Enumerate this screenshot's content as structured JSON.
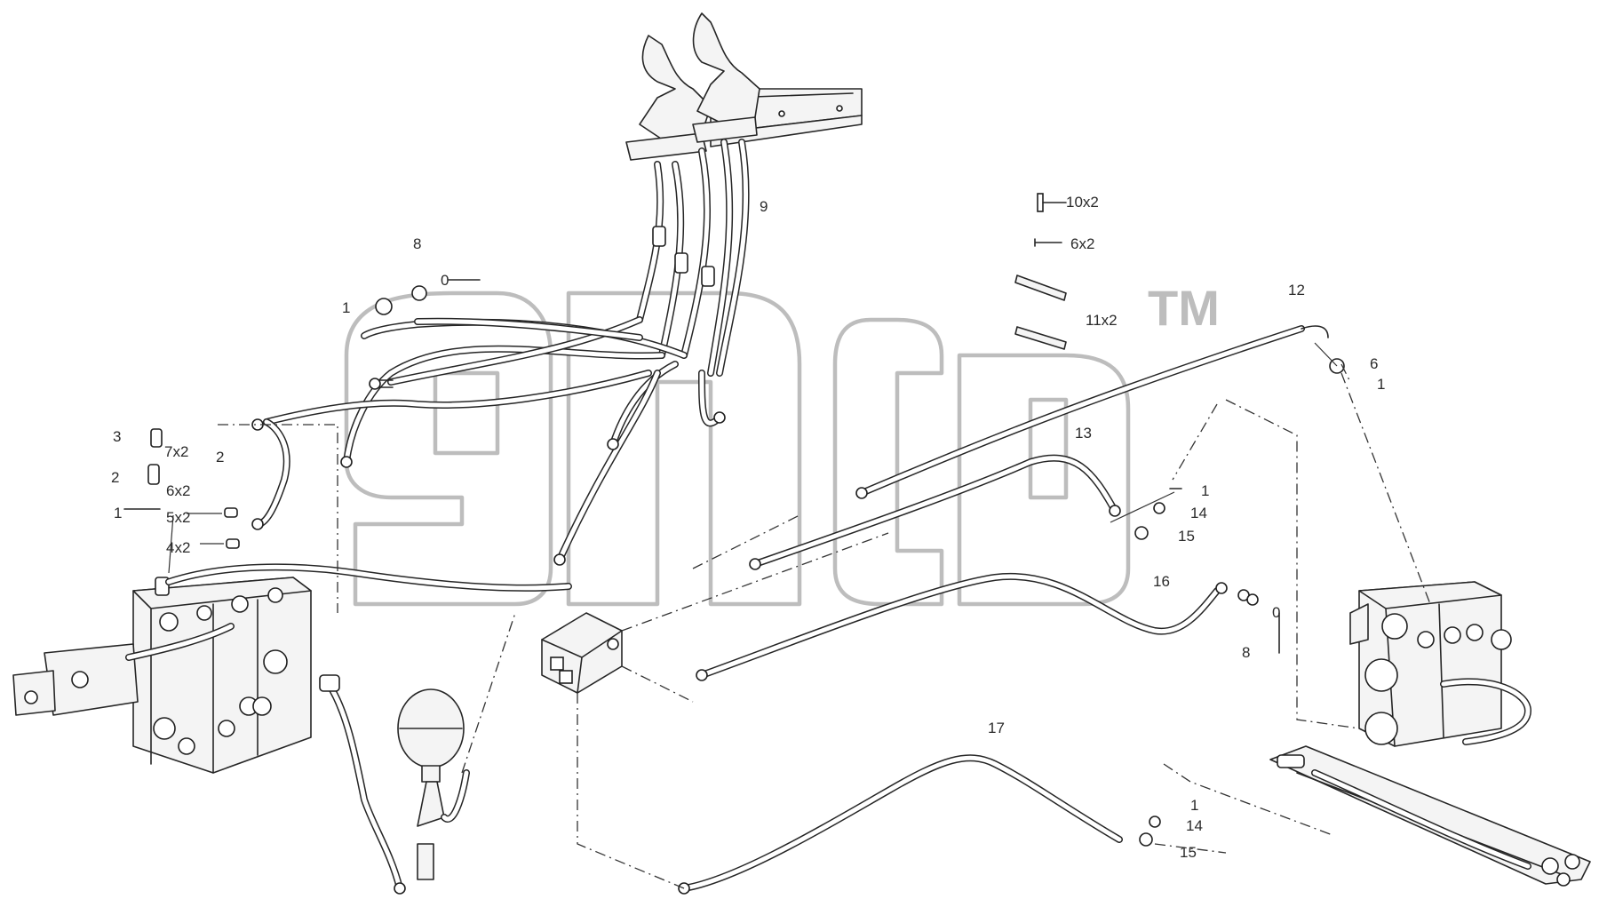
{
  "watermark": {
    "text": "TM"
  },
  "labels": {
    "l9": "9",
    "l10x2": "10x2",
    "l6x2_top": "6x2",
    "l11x2": "11x2",
    "l12": "12",
    "l8_top": "8",
    "l0": "0",
    "l1_left": "1",
    "l3": "3",
    "l7x2": "7x2",
    "l2a": "2",
    "l2b": "2",
    "l6x2_left": "6x2",
    "l1b": "1",
    "l5x2": "5x2",
    "l4x2": "4x2",
    "l13": "13",
    "l6_right": "6",
    "l1_right": "1",
    "l1_mid": "1",
    "l14_mid": "14",
    "l15_mid": "15",
    "l16": "16",
    "l8_right": "8",
    "l0_right": "0",
    "l17": "17",
    "l1_low": "1",
    "l14_low": "14",
    "l15_low": "15"
  }
}
